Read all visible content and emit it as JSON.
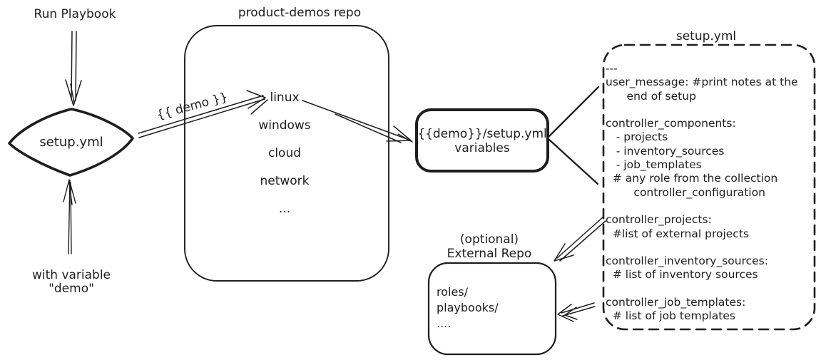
{
  "labels": {
    "run_playbook": "Run Playbook",
    "with_variable_line1": "with variable",
    "with_variable_line2": "\"demo\"",
    "demo_arrow": "{{ demo }}",
    "optional": "(optional)",
    "external_repo": "External Repo"
  },
  "diamond": {
    "label": "setup.yml"
  },
  "repo": {
    "title": "product-demos repo",
    "items": [
      "linux",
      "windows",
      "cloud",
      "network",
      "..."
    ]
  },
  "variables_box": {
    "line1": "{{demo}}/setup.yml",
    "line2": "variables"
  },
  "external_repo_box": {
    "lines": [
      "roles/",
      "playbooks/",
      "...."
    ]
  },
  "setup_yml": {
    "title": "setup.yml",
    "lines": [
      "---",
      "user_message: #print notes at the",
      "      end of setup",
      "",
      "controller_components:",
      "   - projects",
      "   - inventory_sources",
      "   - job_templates",
      "  # any role from the collection",
      "        controller_configuration",
      "",
      "controller_projects:",
      "  #list of external projects",
      "",
      "controller_inventory_sources:",
      "  # list of inventory sources",
      "",
      "controller_job_templates:",
      "  # list of job templates"
    ]
  },
  "colors": {
    "stroke": "#1e1e1e",
    "background": "#ffffff"
  }
}
